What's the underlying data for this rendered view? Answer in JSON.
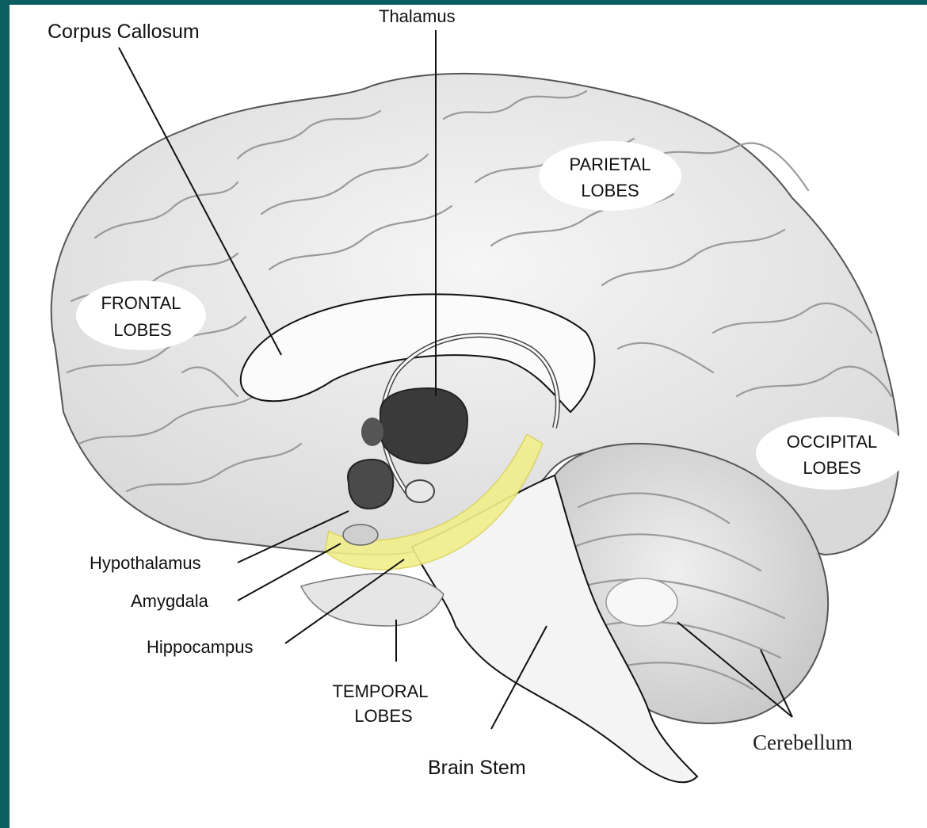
{
  "diagram": {
    "labels": {
      "corpus_callosum": "Corpus Callosum",
      "thalamus": "Thalamus",
      "parietal_line1": "PARIETAL",
      "parietal_line2": "LOBES",
      "frontal_line1": "FRONTAL",
      "frontal_line2": "LOBES",
      "occipital_line1": "OCCIPITAL",
      "occipital_line2": "LOBES",
      "hypothalamus": "Hypothalamus",
      "amygdala": "Amygdala",
      "hippocampus": "Hippocampus",
      "temporal_line1": "TEMPORAL",
      "temporal_line2": "LOBES",
      "brain_stem": "Brain Stem",
      "cerebellum": "Cerebellum"
    },
    "colors": {
      "frame": "#0b5e5f",
      "hippocampus_highlight": "#f1ef8a",
      "thalamus": "#3a3a3a",
      "brain_fill": "#ececec"
    }
  }
}
